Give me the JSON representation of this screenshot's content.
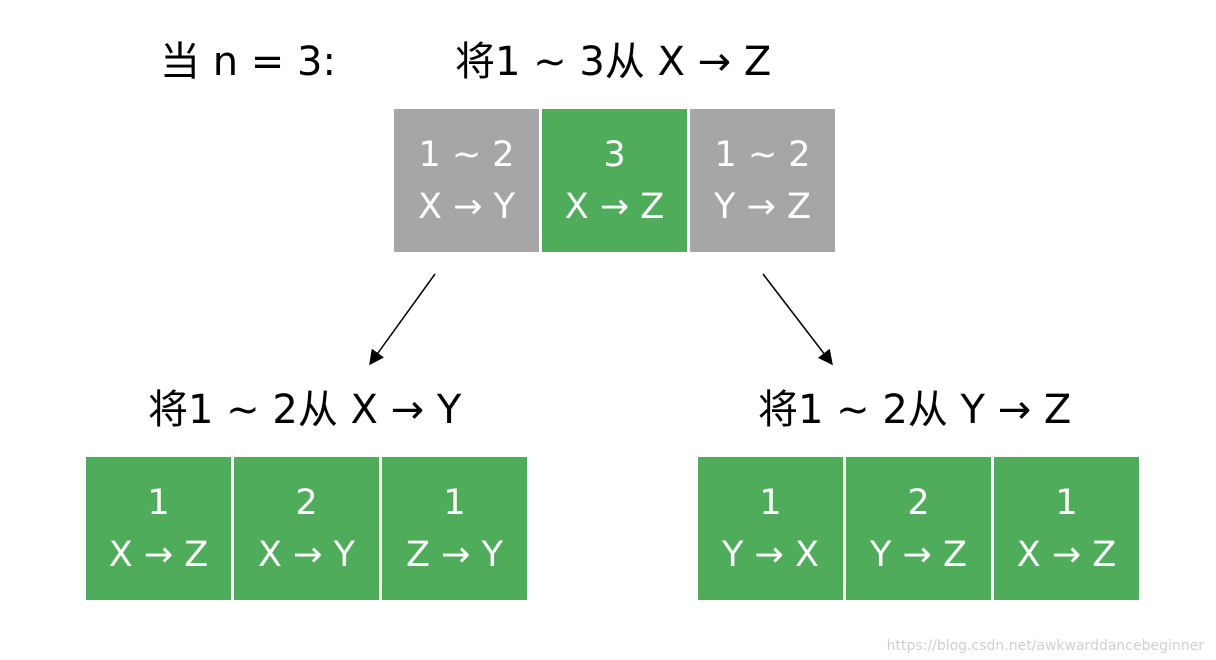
{
  "header": {
    "n_label": "当 n = 3:",
    "title": "将1 ~ 3从 X → Z"
  },
  "top_row": [
    {
      "top": "1 ~ 2",
      "bottom": "X → Y",
      "color": "#a6a6a6"
    },
    {
      "top": "3",
      "bottom": "X → Z",
      "color": "#4fac5b"
    },
    {
      "top": "1 ~ 2",
      "bottom": "Y → Z",
      "color": "#a6a6a6"
    }
  ],
  "left": {
    "title": "将1 ~ 2从 X → Y",
    "boxes": [
      {
        "top": "1",
        "bottom": "X → Z"
      },
      {
        "top": "2",
        "bottom": "X → Y"
      },
      {
        "top": "1",
        "bottom": "Z → Y"
      }
    ]
  },
  "right": {
    "title": "将1 ~ 2从 Y → Z",
    "boxes": [
      {
        "top": "1",
        "bottom": "Y → X"
      },
      {
        "top": "2",
        "bottom": "Y → Z"
      },
      {
        "top": "1",
        "bottom": "X → Z"
      }
    ]
  },
  "watermark": "https://blog.csdn.net/awkwarddancebeginner"
}
